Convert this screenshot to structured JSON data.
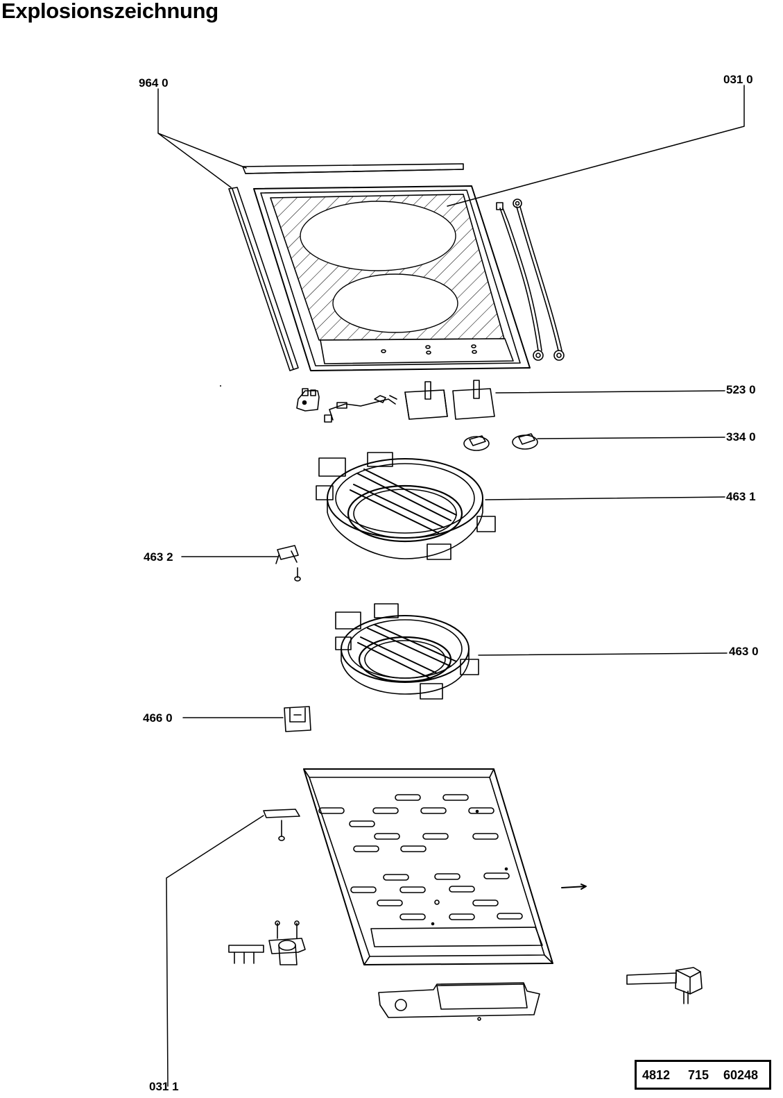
{
  "title": "Explosionszeichnung",
  "labels": {
    "l9640": "964 0",
    "l0310": "031 0",
    "l5230": "523 0",
    "l3340": "334 0",
    "l4631": "463 1",
    "l4632": "463 2",
    "l4630": "463 0",
    "l4660": "466 0",
    "l0311": "031 1"
  },
  "part_number": {
    "a": "4812",
    "b": "715",
    "c": "60248"
  }
}
